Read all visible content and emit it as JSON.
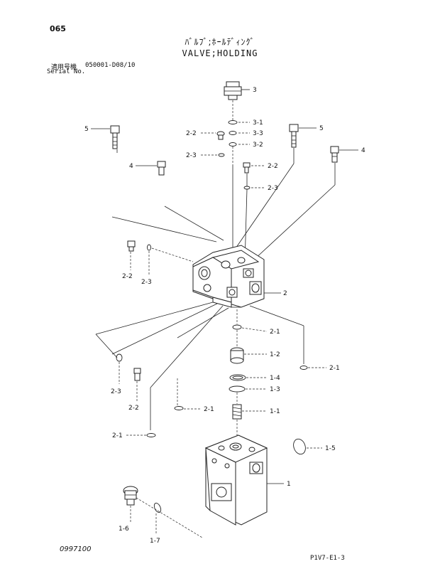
{
  "header": {
    "page_code": "065",
    "title_jp": "ﾊﾞﾙﾌﾞ;ﾎｰﾙﾃﾞｨﾝｸﾞ",
    "title_en": "VALVE;HOLDING",
    "serial_label_jp": "適用号機",
    "serial_value": "050001-D08/10",
    "serial_label_en": "Serial No."
  },
  "callouts": {
    "c3": "3",
    "c3_1": "3-1",
    "c3_3": "3-3",
    "c3_2": "3-2",
    "c2_2_top": "2-2",
    "c2_3_top": "2-3",
    "c5_left": "5",
    "c5_right": "5",
    "c4_right": "4",
    "c4_left": "4",
    "c2_2_mid": "2-2",
    "c2_3_mid": "2-3",
    "c2_2_lower_left": "2-2",
    "c2_3_lower_left": "2-3",
    "c2": "2",
    "c2_1_a": "2-1",
    "c1_2": "1-2",
    "c2_1_right": "2-1",
    "c1_4": "1-4",
    "c1_3": "1-3",
    "c2_3_bottom_left": "2-3",
    "c2_2_bottom_left": "2-2",
    "c2_1_b": "2-1",
    "c1_1": "1-1",
    "c2_1_c": "2-1",
    "c1_5": "1-5",
    "c1": "1",
    "c1_6": "1-6",
    "c1_7": "1-7"
  },
  "footer": {
    "drawing_no": "0997100",
    "sheet_code": "P1V7-E1-3"
  }
}
